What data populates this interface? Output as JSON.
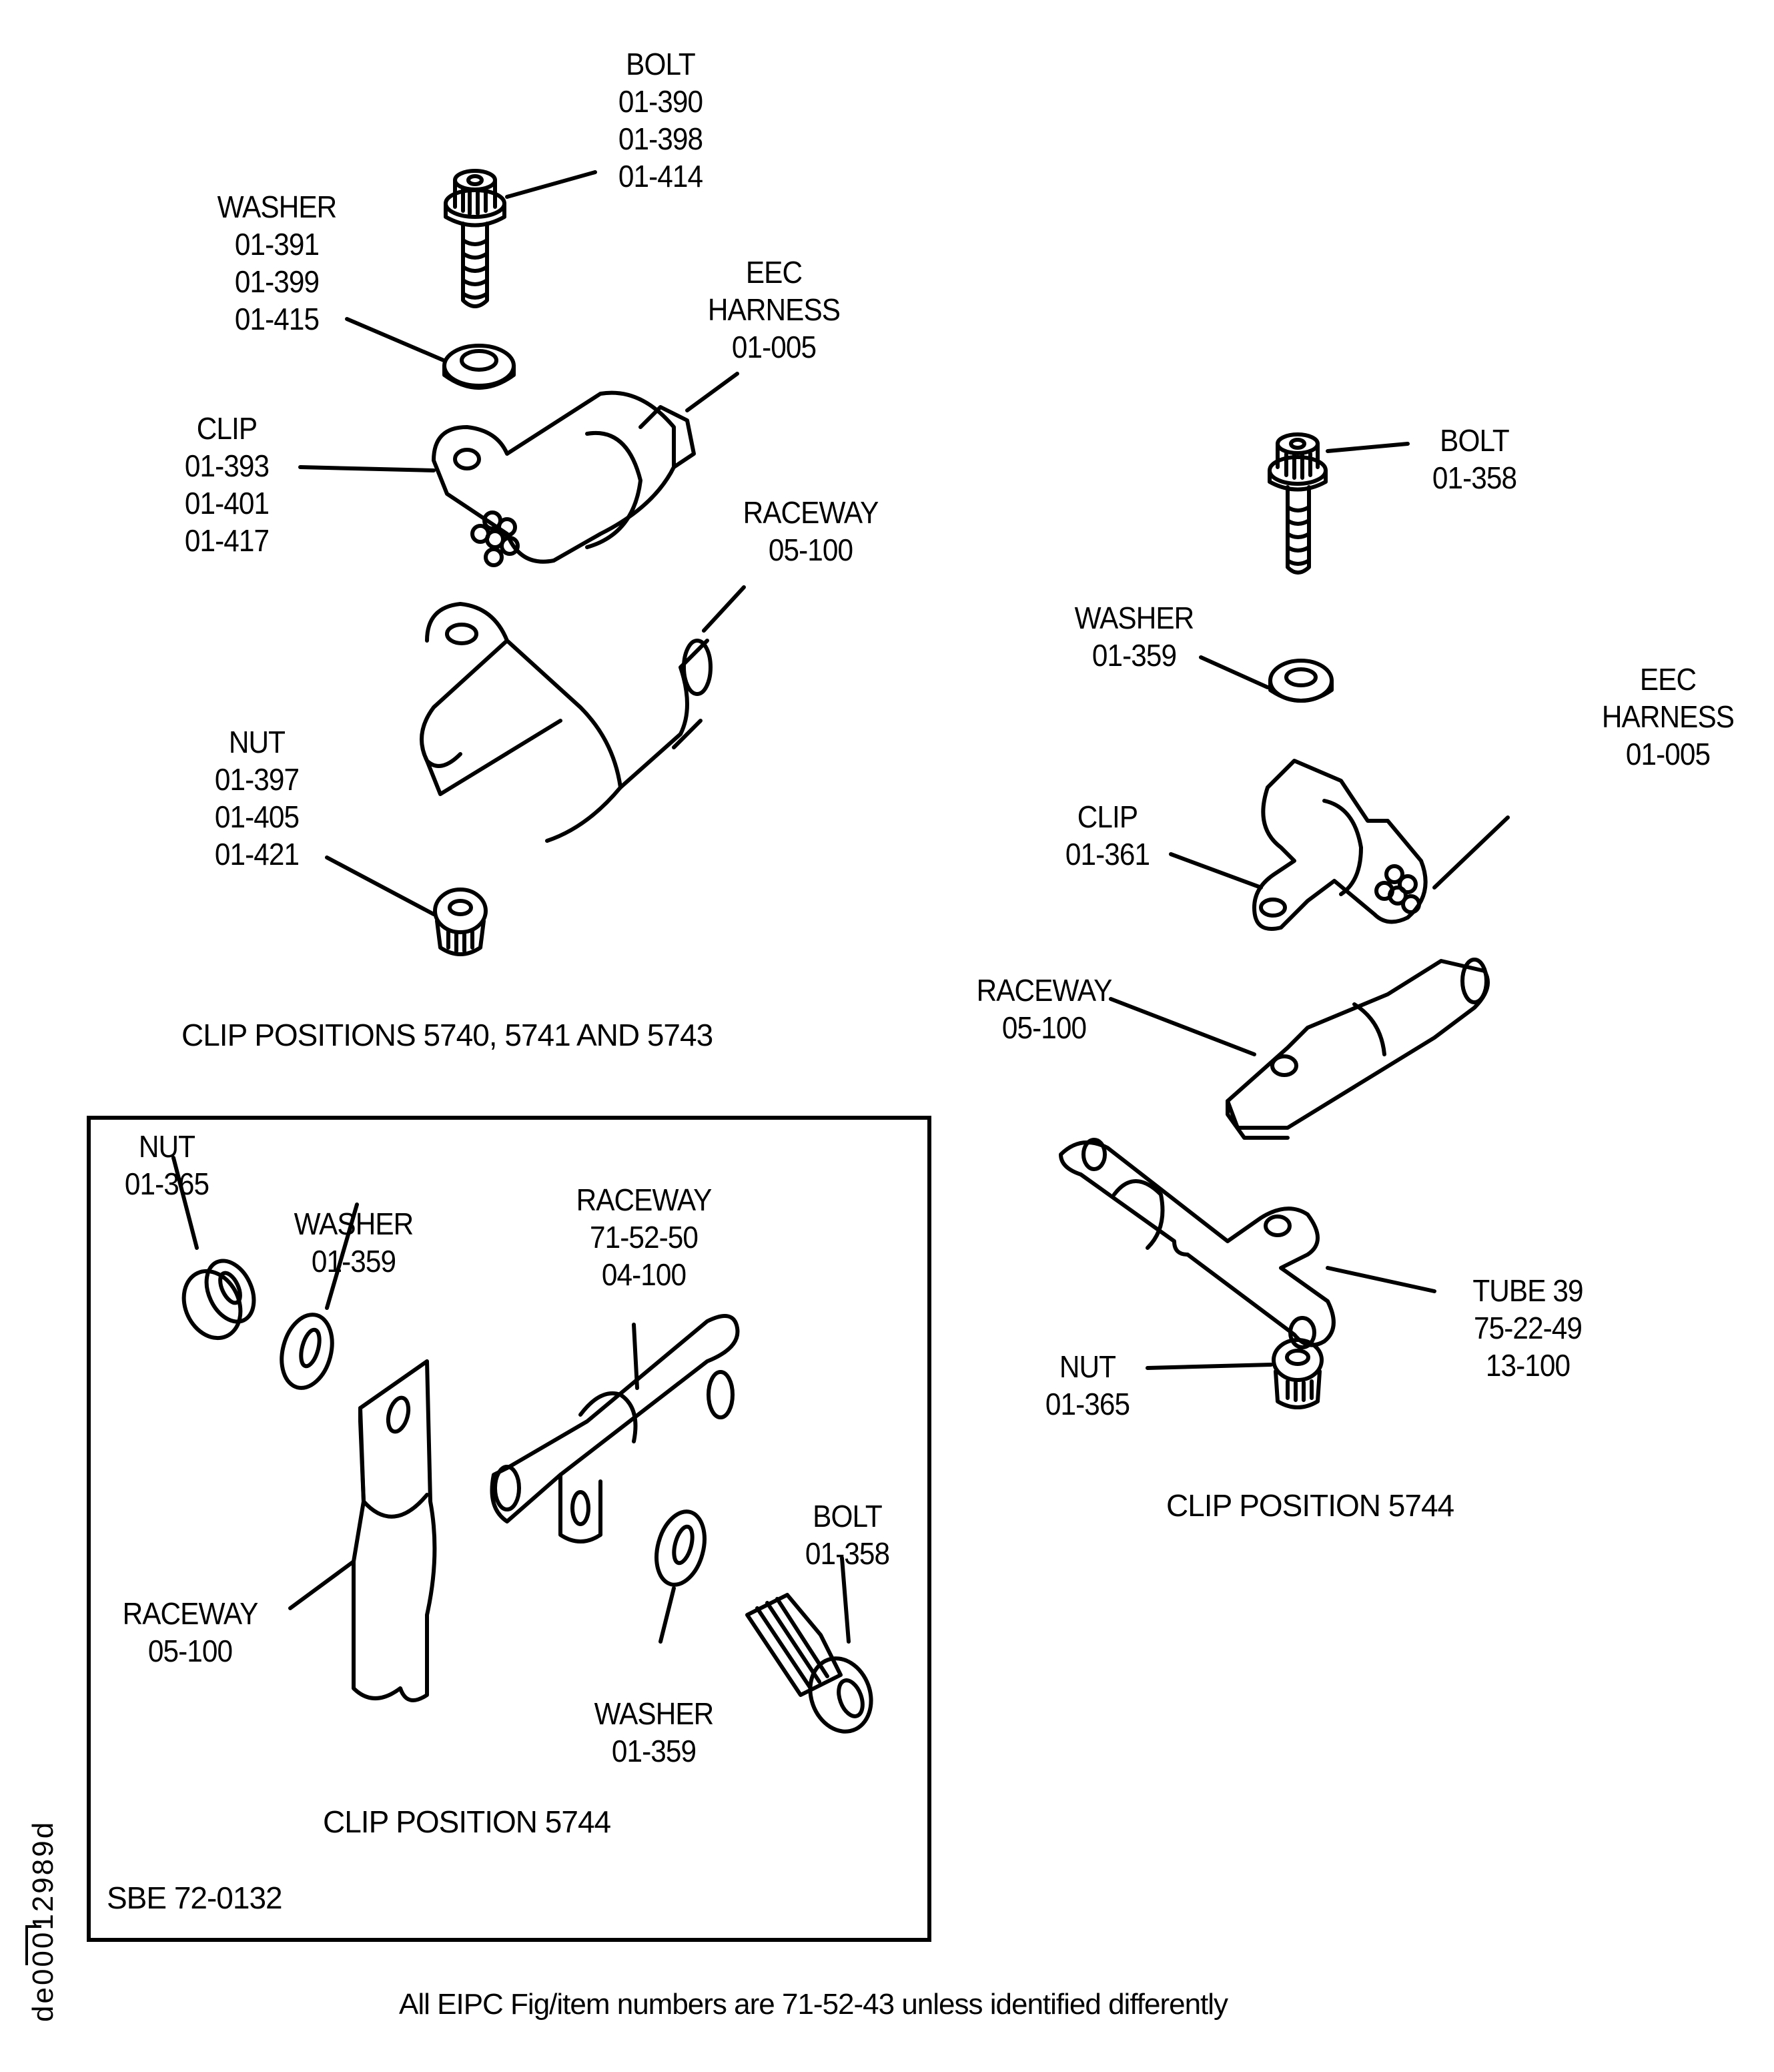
{
  "figure": {
    "group_a": {
      "caption": "CLIP POSITIONS 5740, 5741 AND 5743",
      "labels": {
        "bolt": {
          "title": "BOLT",
          "items": [
            "01-390",
            "01-398",
            "01-414"
          ]
        },
        "washer": {
          "title": "WASHER",
          "items": [
            "01-391",
            "01-399",
            "01-415"
          ]
        },
        "eec_harness": {
          "title": [
            "EEC",
            "HARNESS"
          ],
          "items": [
            "01-005"
          ]
        },
        "clip": {
          "title": "CLIP",
          "items": [
            "01-393",
            "01-401",
            "01-417"
          ]
        },
        "raceway": {
          "title": "RACEWAY",
          "items": [
            "05-100"
          ]
        },
        "nut": {
          "title": "NUT",
          "items": [
            "01-397",
            "01-405",
            "01-421"
          ]
        }
      }
    },
    "group_b": {
      "caption": "CLIP POSITION 5744",
      "labels": {
        "bolt": {
          "title": "BOLT",
          "items": [
            "01-358"
          ]
        },
        "washer": {
          "title": "WASHER",
          "items": [
            "01-359"
          ]
        },
        "eec_harness": {
          "title": [
            "EEC",
            "HARNESS"
          ],
          "items": [
            "01-005"
          ]
        },
        "clip": {
          "title": "CLIP",
          "items": [
            "01-361"
          ]
        },
        "raceway": {
          "title": "RACEWAY",
          "items": [
            "05-100"
          ]
        },
        "tube": {
          "title": "TUBE 39",
          "items": [
            "75-22-49",
            "13-100"
          ]
        },
        "nut": {
          "title": "NUT",
          "items": [
            "01-365"
          ]
        }
      }
    },
    "inset": {
      "caption": "CLIP POSITION 5744",
      "reference": "SBE 72-0132",
      "labels": {
        "nut": {
          "title": "NUT",
          "items": [
            "01-365"
          ]
        },
        "washer_top": {
          "title": "WASHER",
          "items": [
            "01-359"
          ]
        },
        "raceway_tube": {
          "title": "RACEWAY",
          "items": [
            "71-52-50",
            "04-100"
          ]
        },
        "raceway_strap": {
          "title": "RACEWAY",
          "items": [
            "05-100"
          ]
        },
        "bolt": {
          "title": "BOLT",
          "items": [
            "01-358"
          ]
        },
        "washer_bottom": {
          "title": "WASHER",
          "items": [
            "01-359"
          ]
        }
      }
    },
    "footnote": "All EIPC Fig/item numbers are 71-52-43 unless identified differently",
    "drawing_id": "de00012989d"
  }
}
